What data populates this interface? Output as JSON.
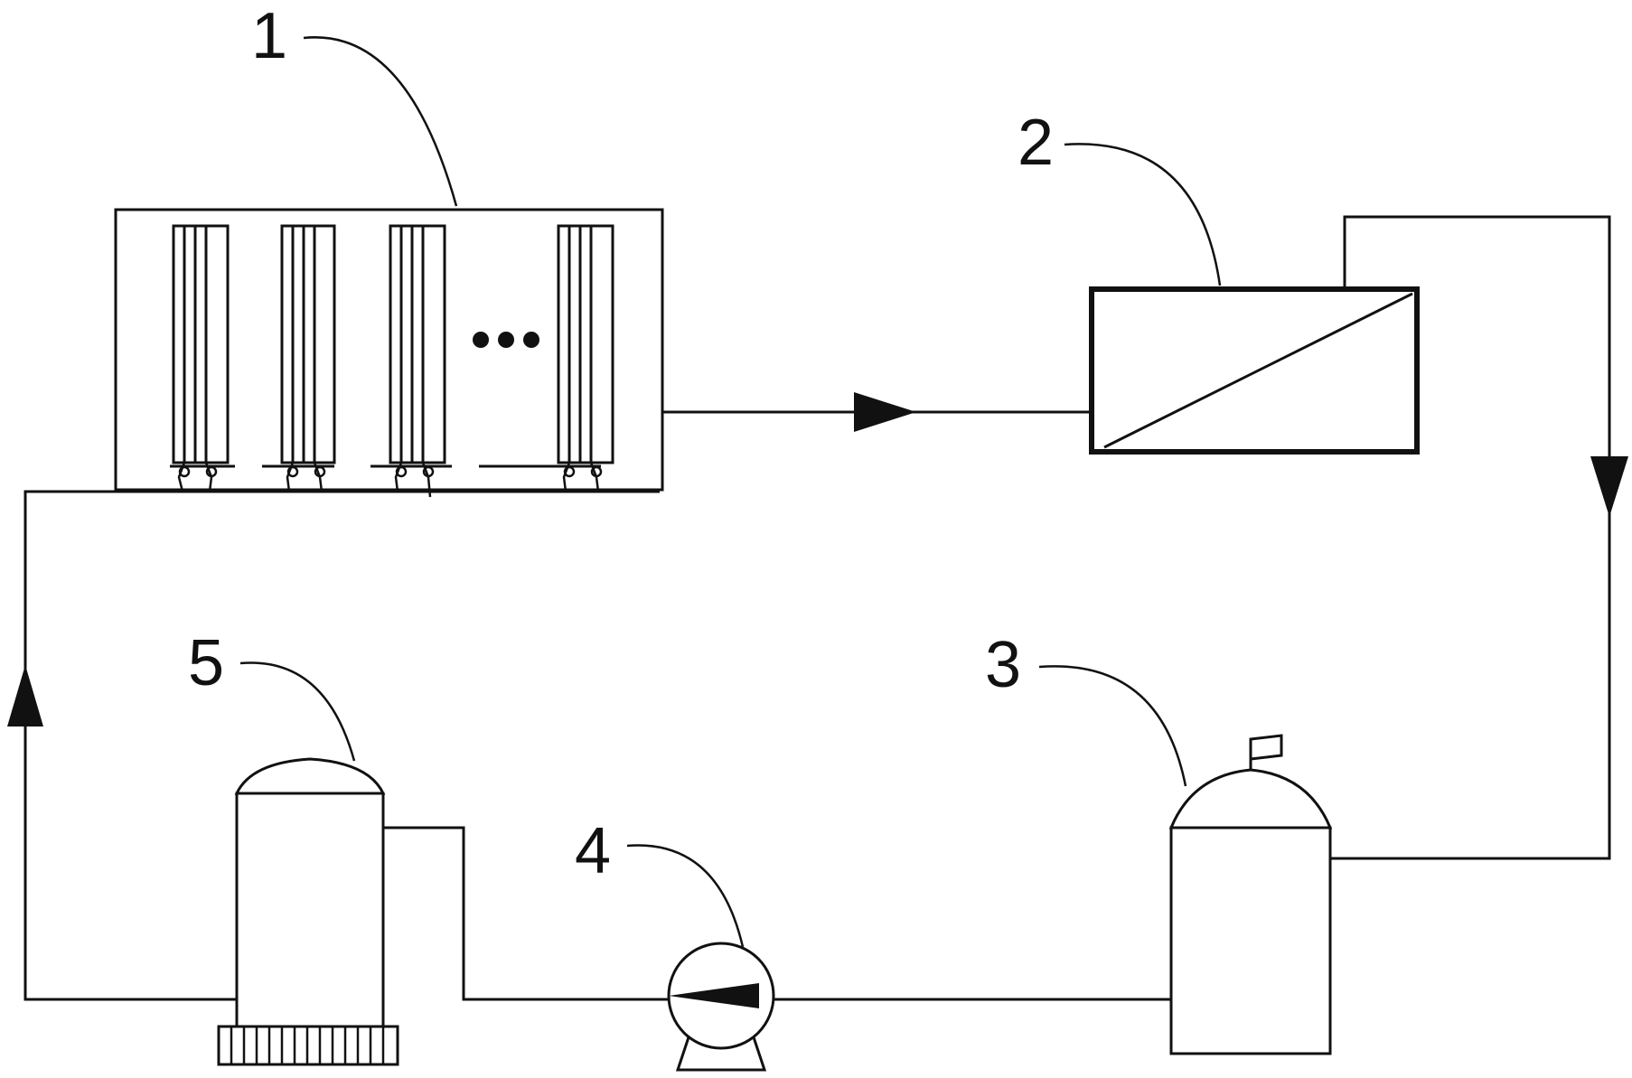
{
  "labels": {
    "reactor": "1",
    "membrane_module": "2",
    "collection_tank": "3",
    "pump": "4",
    "feed_tank": "5"
  },
  "reactor_ellipsis": "…",
  "line_color": "#111111",
  "background_color": "#ffffff"
}
